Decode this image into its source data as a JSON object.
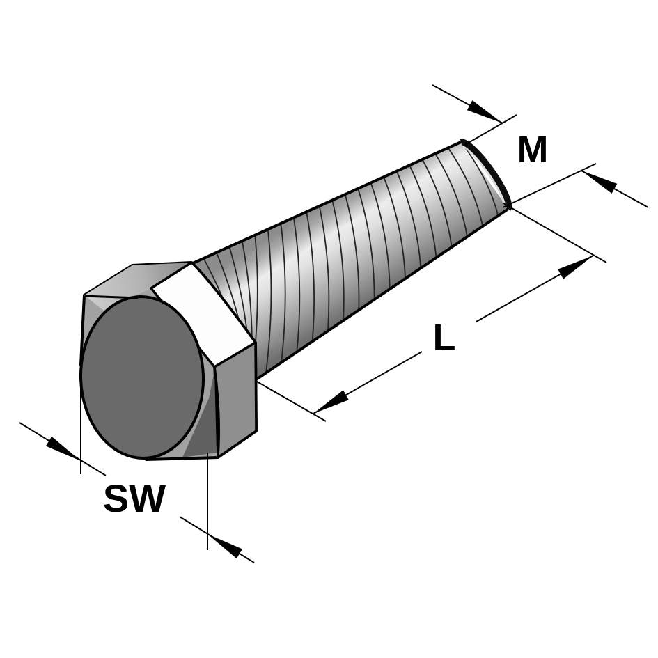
{
  "diagram": {
    "kind": "technical-drawing",
    "background": "#ffffff",
    "labels": {
      "thread_diameter": "M",
      "length": "L",
      "width_across_flats": "SW"
    },
    "colors": {
      "line": "#000000",
      "head_front_face": "#6a6a6a",
      "head_top_facet_light": "#cccccc",
      "head_top_facet_dark": "#8a8a8a",
      "head_white_facet": "#fdfdfd",
      "head_side_facet": "#8f8f8f",
      "head_base": "#a2a2a2",
      "shank_dark_edge": "#8d8d8d",
      "shank_highlight": "#ededed",
      "shank_shadow": "#6f6f6f",
      "tip_rim": "#0d0d0d",
      "tip_rim_light": "#dcdcdc",
      "thread_line": "#242424"
    }
  }
}
